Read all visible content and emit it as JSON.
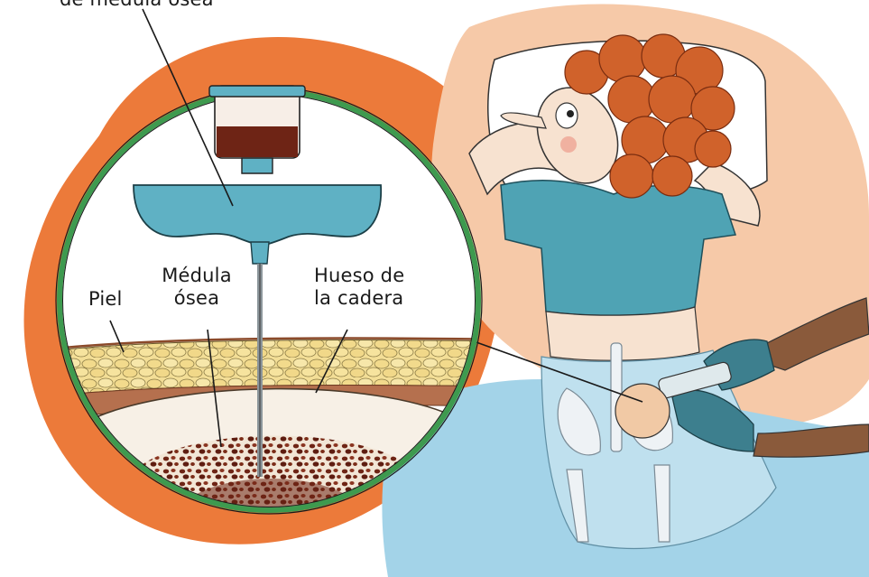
{
  "labels": {
    "top_cut": "de médula ósea",
    "skin": "Piel",
    "marrow_line1": "Médula",
    "marrow_line2": "ósea",
    "bone_line1": "Hueso de",
    "bone_line2": "la cadera"
  },
  "colors": {
    "orange_blob": "#ec7a3a",
    "peach_blob": "#f6c9a8",
    "blue_blob": "#a3d3e8",
    "circle_border": "#3e9a4f",
    "syringe_blue": "#5fb1c4",
    "marrow_red": "#6e2415",
    "fat_yellow": "#f3de96",
    "bone_cream": "#f7f0e6",
    "hair_orange": "#d0622b",
    "shirt_teal": "#4fa3b4",
    "glove_teal": "#3d7f8e"
  },
  "icons": [
    "syringe-icon",
    "needle-icon",
    "pillow-icon",
    "patient-illustration",
    "gloved-hand-icon"
  ]
}
